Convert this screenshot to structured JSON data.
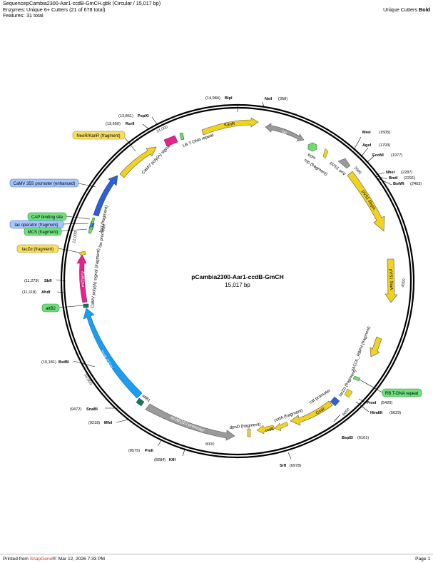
{
  "header": {
    "sequence_label": "Sequence:",
    "sequence_value": "pCambia2300-Aar1-ccdB-GmCH.gbk  (Circular / 15,017 bp)",
    "enzymes_label": "Enzymes:",
    "enzymes_value": "Unique 6+ Cutters  (21 of 678 total)",
    "features_label": "Features:",
    "features_value": "31 total",
    "legend_prefix": "Unique Cutters ",
    "legend_bold": "Bold"
  },
  "footer": {
    "printed_prefix": "Printed from ",
    "brand": "SnapGene",
    "printed_suffix": "®:  Mar 12, 2026  7:33 PM",
    "page": "Page 1"
  },
  "map": {
    "title": "pCambia2300-Aar1-ccdB-GmCH",
    "length_text": "15,017 bp",
    "ticks": [
      "2000",
      "4000",
      "6000",
      "8000",
      "10,000",
      "12,000",
      "14,000"
    ],
    "enzymes": [
      {
        "name": "BlpI",
        "pos": "14,984"
      },
      {
        "name": "NsiI",
        "pos": "358"
      },
      {
        "name": "MreI",
        "pos": "1505"
      },
      {
        "name": "AgeI",
        "pos": "1793"
      },
      {
        "name": "EcoNI",
        "pos": "1977"
      },
      {
        "name": "NheI",
        "pos": "2287"
      },
      {
        "name": "BmtI",
        "pos": "2291"
      },
      {
        "name": "BsiWI",
        "pos": "2403"
      },
      {
        "name": "PmeI",
        "pos": "5420"
      },
      {
        "name": "HindIII",
        "pos": "5629"
      },
      {
        "name": "BspEI",
        "pos": "6101"
      },
      {
        "name": "SrfI",
        "pos": "6978"
      },
      {
        "name": "KflI",
        "pos": "8284"
      },
      {
        "name": "PmlI",
        "pos": "8575"
      },
      {
        "name": "MfeI",
        "pos": "9218"
      },
      {
        "name": "SnaBI",
        "pos": "9472"
      },
      {
        "name": "BstBI",
        "pos": "10,181"
      },
      {
        "name": "AhdI",
        "pos": "11,118"
      },
      {
        "name": "SbfI",
        "pos": "11,279"
      },
      {
        "name": "RsrII",
        "pos": "13,660"
      },
      {
        "name": "PspXI",
        "pos": "13,861"
      }
    ],
    "features": {
      "kanr": "KanR",
      "ori": "ori",
      "bom": "bom",
      "rop": "rop (fragment)",
      "pvs1_oriv": "pVS1 oriV",
      "pvs1_repa": "pVS1 RepA",
      "pvs1_staa": "pVS1 StaA",
      "yacol": "YACOL_RBPH (fragment)",
      "rb_repeat": "RB T-DNA repeat",
      "lacz_right": "lacZα (fragment)",
      "cat_promoter": "cat promoter",
      "cmr": "CmR",
      "ccda": "ccdA (fragment)",
      "ccdb": "ccdB",
      "dpnd": "dpnD (fragment)",
      "atubq": "AtUBQ10 promoter",
      "attb1": "attB1",
      "attb2": "attB2",
      "ssra": "ssrA (GFP)",
      "mcherry": "mCherry",
      "cam_polya_left": "CaMV poly(A) signal (fragment)",
      "lacz_left": "lacZα (fragment)",
      "lac_promoter": "lac promoter",
      "laci": "lacI (fragment)",
      "mcs": "MCS (fragment)",
      "lac_operator": "lac operator (fragment)",
      "cap_site": "CAP binding site",
      "camv_35s": "CaMV 35S promoter (enhanced)",
      "neor": "NeoR/KanR (fragment)",
      "cam_polya_top": "CaMV poly(A) signal",
      "lb_repeat": "LB T-DNA repeat"
    },
    "colors": {
      "yellow": "#f1d21f",
      "gray": "#9a9a9a",
      "blue_dark": "#2f5fd6",
      "cyan": "#1c9ef0",
      "magenta": "#e8218c",
      "green": "#6cde6a",
      "label_yellow": "#f6df61",
      "label_blue": "#a6c6ff",
      "label_green": "#6fe07e"
    }
  }
}
